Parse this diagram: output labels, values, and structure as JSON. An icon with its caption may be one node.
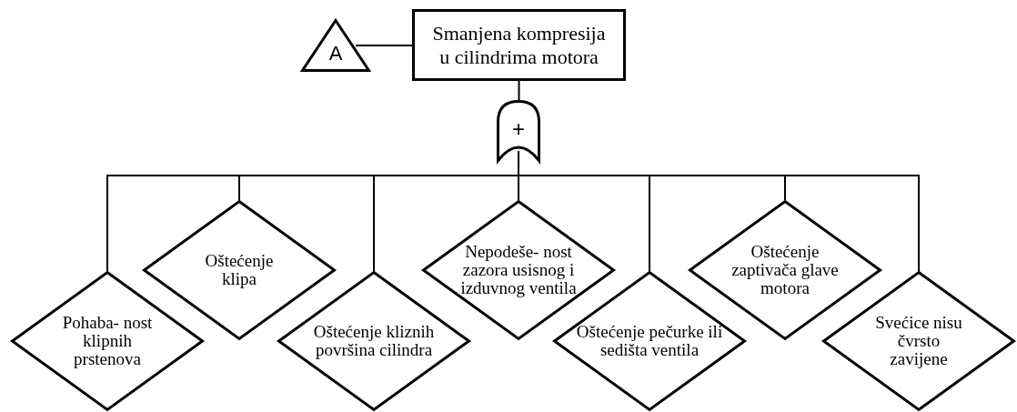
{
  "diagram": {
    "nodes": [
      {
        "text": [
          "A"
        ]
      },
      {
        "text": [
          "Smanjena kompresija u cilindrima motora"
        ]
      },
      {
        "text": [
          "+"
        ]
      },
      {
        "text": [
          "Pohaba- nost klipnih prstenova"
        ]
      },
      {
        "text": [
          "Oštećenje klipa"
        ]
      },
      {
        "text": [
          "Oštećenje kliznih površina cilindra"
        ]
      },
      {
        "text": [
          "Nepodeše- nost zazora usisnog i izduvnog ventila"
        ]
      },
      {
        "text": [
          "Oštećenje pečurke ili sedišta ventila"
        ]
      },
      {
        "text": [
          "Oštećenje zaptivača glave motora"
        ]
      },
      {
        "text": [
          "Svećice nisu čvrsto zavijene"
        ]
      }
    ],
    "edges": [
      {
        "from": 0,
        "to": 1,
        "arrow": "none"
      },
      {
        "from": 1,
        "to": 2,
        "arrow": "none"
      },
      {
        "from": 2,
        "to": 3,
        "arrow": "none"
      },
      {
        "from": 2,
        "to": 4,
        "arrow": "none"
      },
      {
        "from": 2,
        "to": 5,
        "arrow": "none"
      },
      {
        "from": 2,
        "to": 6,
        "arrow": "none"
      },
      {
        "from": 2,
        "to": 7,
        "arrow": "none"
      },
      {
        "from": 2,
        "to": 8,
        "arrow": "none"
      },
      {
        "from": 2,
        "to": 9,
        "arrow": "none"
      }
    ]
  }
}
